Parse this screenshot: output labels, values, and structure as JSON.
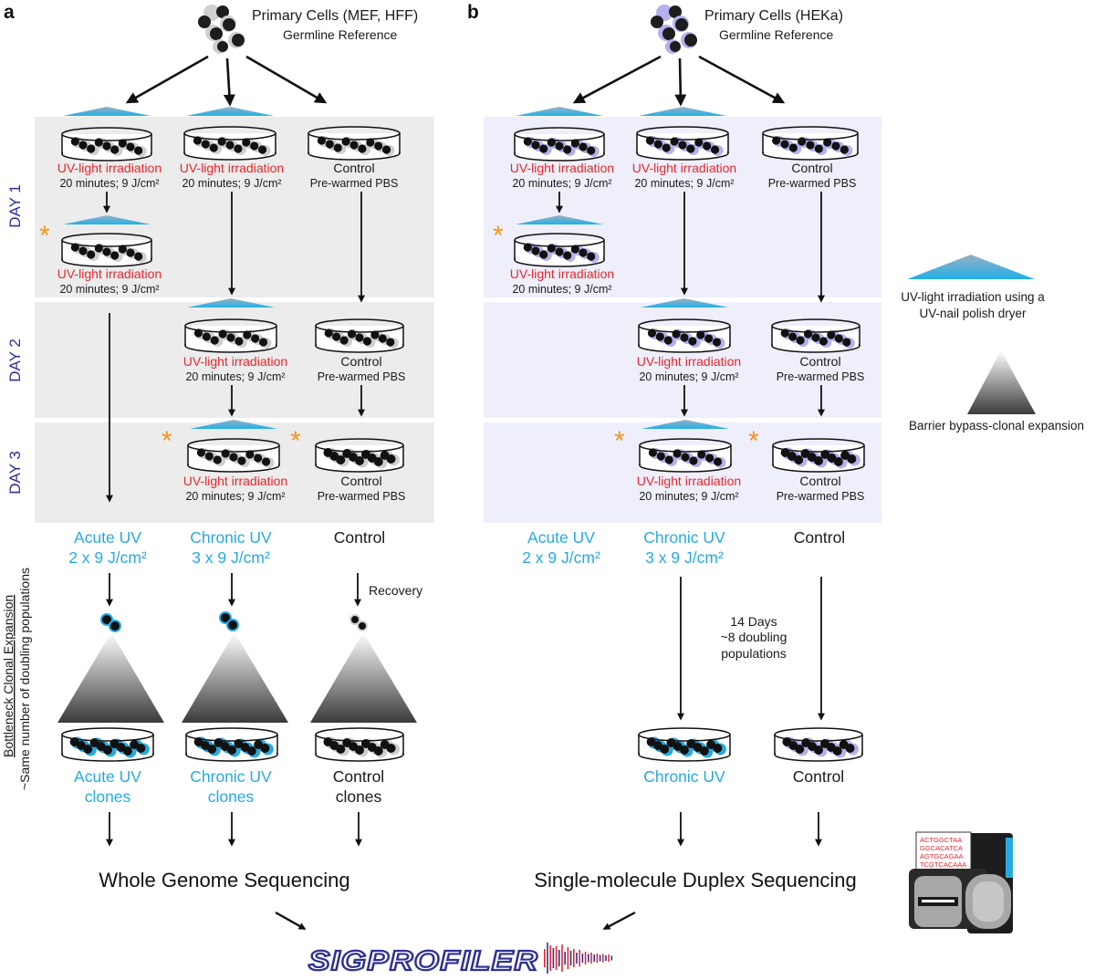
{
  "panels": {
    "a": {
      "letter": "a",
      "header_line1": "Primary Cells (MEF, HFF)",
      "header_line2": "Germline Reference",
      "days": [
        "DAY 1",
        "DAY 2",
        "DAY 3"
      ],
      "uv_label": "UV-light irradiation",
      "dose_label": "20 minutes; 9 J/cm²",
      "control_label": "Control",
      "pbs_label": "Pre-warmed PBS",
      "groups": [
        {
          "line1": "Acute UV",
          "line2": "2 x 9 J/cm²",
          "color": "#27aae1"
        },
        {
          "line1": "Chronic UV",
          "line2": "3 x 9 J/cm²",
          "color": "#27aae1"
        },
        {
          "line1": "Control",
          "line2": "",
          "color": "#1a1a1a"
        }
      ],
      "recovery": "Recovery",
      "side_label_line1": "Bottleneck Clonal Expansion",
      "side_label_line2": "~Same number of doubling populations",
      "clones": [
        {
          "line1": "Acute UV",
          "line2": "clones"
        },
        {
          "line1": "Chronic UV",
          "line2": "clones"
        },
        {
          "line1": "Control",
          "line2": "clones"
        }
      ],
      "sequencing": "Whole Genome Sequencing"
    },
    "b": {
      "letter": "b",
      "header_line1": "Primary Cells (HEKa)",
      "header_line2": "Germline Reference",
      "uv_label": "UV-light irradiation",
      "dose_label": "20 minutes; 9 J/cm²",
      "control_label": "Control",
      "pbs_label": "Pre-warmed PBS",
      "groups": [
        {
          "line1": "Acute UV",
          "line2": "2 x 9 J/cm²",
          "color": "#27aae1"
        },
        {
          "line1": "Chronic UV",
          "line2": "3 x 9 J/cm²",
          "color": "#27aae1"
        },
        {
          "line1": "Control",
          "line2": "",
          "color": "#1a1a1a"
        }
      ],
      "expansion_line1": "14 Days",
      "expansion_line2": "~8 doubling",
      "expansion_line3": "populations",
      "outcomes": [
        "Chronic UV",
        "Control"
      ],
      "sequencing": "Single-molecule Duplex Sequencing"
    }
  },
  "legend": {
    "uv_line1": "UV-light irradiation using a",
    "uv_line2": "UV-nail polish dryer",
    "barrier": "Barrier bypass-clonal expansion"
  },
  "logo_text": "SIGPROFILER",
  "sequencer_screen": [
    "ACTGGCTAA",
    "GGCACATCA",
    "AGTGCAGAA",
    "TCGTCACAAA"
  ],
  "colors": {
    "uv": "#e8262b",
    "accent_blue": "#27aae1",
    "day_label": "#2e3192",
    "star": "#f7941d",
    "panel_a_bg": "#ececec",
    "panel_b_bg": "#eeeffb",
    "hek_cell_glow": "#b4b1ee"
  }
}
